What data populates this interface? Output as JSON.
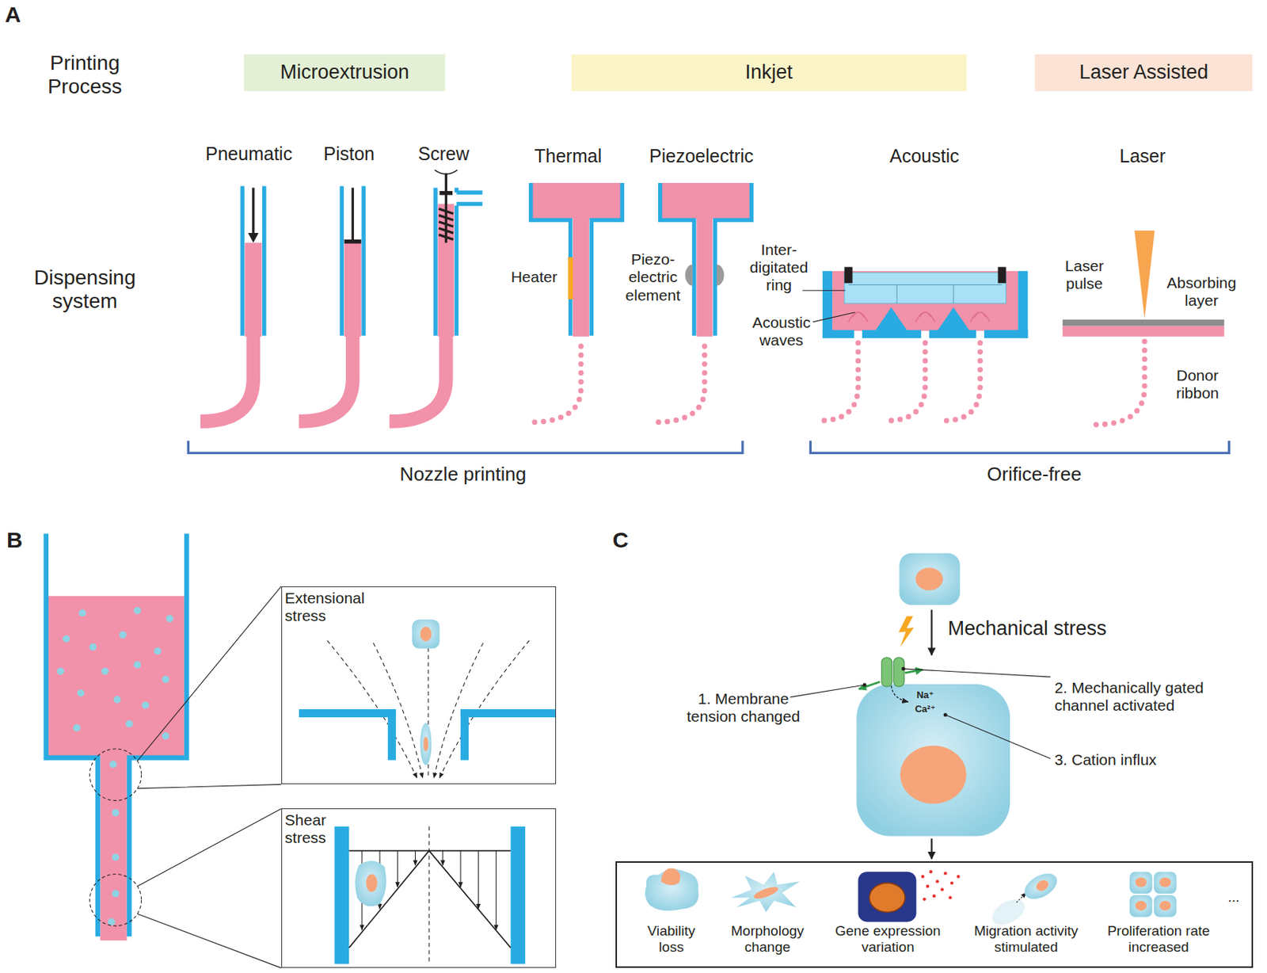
{
  "diagram": {
    "nodes": [
      {
        "text": [
          "Microextrusion"
        ]
      },
      {
        "text": [
          "Inkjet"
        ]
      },
      {
        "text": [
          "Laser Assisted"
        ]
      },
      {
        "text": [
          "Extensional stress"
        ]
      },
      {
        "text": [
          "Shear stress"
        ]
      },
      {
        "text": [
          "Viability loss",
          "Morphology change",
          "Gene expression variation",
          "Migration activity stimulated",
          "Proliferation rate increased",
          "..."
        ]
      }
    ],
    "labels": [
      "A",
      "Printing Process",
      "Dispensing system",
      "Pneumatic",
      "Piston",
      "Screw",
      "Thermal",
      "Piezoelectric",
      "Acoustic",
      "Laser",
      "Heater",
      "Piezo- electric element",
      "Inter- digitated ring",
      "Acoustic waves",
      "Laser pulse",
      "Absorbing layer",
      "Donor ribbon",
      "Nozzle printing",
      "Orifice-free",
      "B",
      "C",
      "Mechanical stress",
      "1. Membrane tension changed",
      "2. Mechanically gated channel activated",
      "Na⁺",
      "Ca²⁺",
      "3. Cation influx"
    ]
  }
}
